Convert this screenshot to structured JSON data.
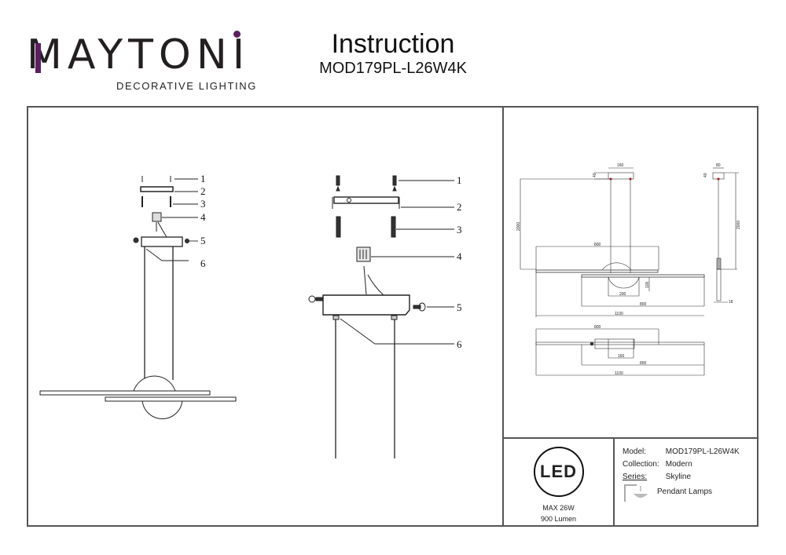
{
  "header": {
    "brand": "MAYTONI",
    "brand_tagline": "DECORATIVE LIGHTING",
    "brand_accent_color": "#5b1f5e",
    "doc_title": "Instruction",
    "model_code": "MOD179PL-L26W4K"
  },
  "assembly": {
    "callouts": [
      "1",
      "2",
      "3",
      "4",
      "5",
      "6"
    ]
  },
  "dimensions": {
    "front_view": {
      "canopy_width": "160",
      "canopy_height": "40",
      "suspension_height": "2000",
      "upper_bar_length": "800",
      "sphere_height": "100",
      "sphere_width": "200",
      "lower_bar_length": "800",
      "total_length": "1100"
    },
    "side_view": {
      "canopy_depth": "80",
      "canopy_height": "40",
      "suspension_height": "2000",
      "bar_thickness": "18"
    },
    "top_view": {
      "upper_bar_length": "800",
      "canopy_width": "160",
      "lower_bar_length": "800",
      "total_length": "1100"
    }
  },
  "spec": {
    "led_badge": "LED",
    "max_power": "MAX 26W",
    "lumen": "900 Lumen"
  },
  "info": {
    "model_label": "Model:",
    "model_value": "MOD179PL-L26W4K",
    "collection_label": "Collection:",
    "collection_value": "Modern",
    "series_label": "Series:",
    "series_value": "Skyline",
    "category_icon": "pendant-lamp-icon",
    "category_value": "Pendant Lamps"
  }
}
